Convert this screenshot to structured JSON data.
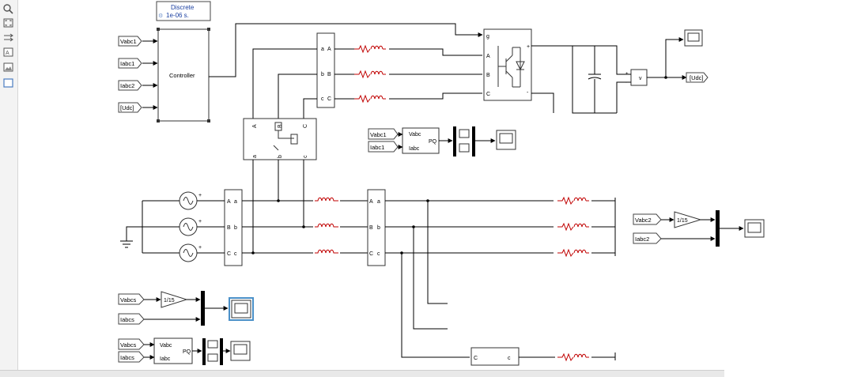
{
  "toolbar": {
    "tools": [
      "zoom-icon",
      "fit-to-view-icon",
      "arrow-connector-icon",
      "annotation-icon",
      "image-icon",
      "area-icon"
    ]
  },
  "solver": {
    "title": "Discrete",
    "step": "1e-06 s."
  },
  "controller": {
    "label": "Controller"
  },
  "goto_from_tags": {
    "vabc1": "Vabc1",
    "iabc1": "Iabc1",
    "iabc2": "Iabc2",
    "udc": "[Udc]",
    "vabc2": "Vabc2",
    "vabcs": "Vabcs",
    "iabcs": "Iabcs",
    "udc_goto": "[Udc]"
  },
  "vi_meas": {
    "pin_A": "A",
    "pin_B": "B",
    "pin_C": "C",
    "pin_a": "a",
    "pin_b": "b",
    "pin_c": "c"
  },
  "switch_block": {
    "top_A": "A",
    "top_B": "B",
    "top_C": "C",
    "bot_a": "a",
    "bot_b": "b",
    "bot_c": "c"
  },
  "inverter": {
    "pin_g": "g",
    "pin_A": "A",
    "pin_B": "B",
    "pin_C": "C",
    "plus": "+",
    "minus": "-"
  },
  "voltmeter": {
    "port_out": "v",
    "plus": "+",
    "minus": "-"
  },
  "pq_block": {
    "in_v": "Vabc",
    "in_i": "Iabc",
    "out": "PQ"
  },
  "gain": {
    "value": "1/15"
  },
  "source": {
    "plus": "+"
  },
  "colors": {
    "line": "#000000",
    "block_border": "#333333",
    "resistor": "#c00000",
    "selected": "#4a90c8"
  }
}
